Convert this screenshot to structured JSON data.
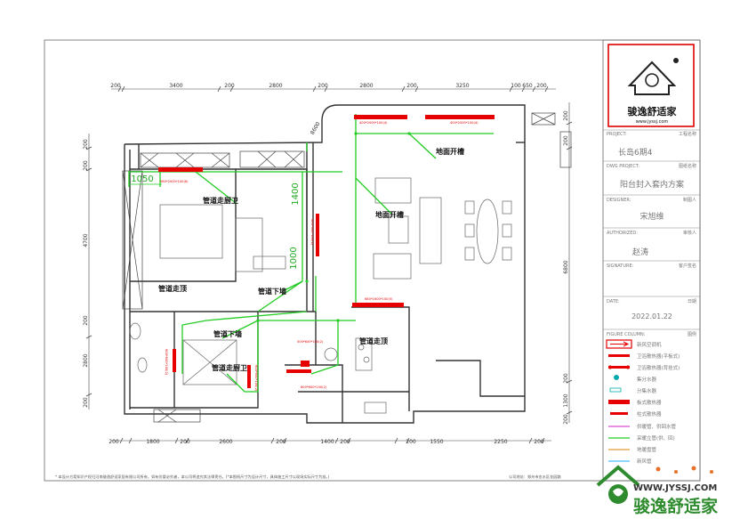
{
  "title_block": {
    "company_logo_text": "骏逸舒适家",
    "logo_url_text": "www.jyssj.com",
    "project_label": "PROJECT:",
    "project_label_cn": "工程名称",
    "project_value": "长岛6期4",
    "dwg_project_label": "DWG PROJECT:",
    "dwg_project_label_cn": "图纸名称",
    "dwg_project_value": "阳台封入套内方案",
    "designer_label": "DESIGNER:",
    "designer_label_cn": "制图人",
    "designer_value": "宋旭维",
    "authorized_label": "AUTHORIZED:",
    "authorized_label_cn": "审核人",
    "authorized_value": "赵涛",
    "signature_label": "SIGNATURE:",
    "signature_label_cn": "客户签名",
    "date_label": "DATE:",
    "date_label_cn": "日期",
    "date_value": "2022.01.22",
    "figure_column_label": "FIGURE COLUMN:",
    "figure_column_label_cn": "图例",
    "legend": [
      {
        "label": "新风空调机"
      },
      {
        "label": "卫浴散热器(平板式)"
      },
      {
        "label": "卫浴散热器(背挂式)"
      },
      {
        "label": "集分水器"
      },
      {
        "label": "分集水器"
      },
      {
        "label": "板式散热器"
      },
      {
        "label": "柱式散热器"
      },
      {
        "label": "供暖管、供回水管"
      },
      {
        "label": "采暖立管(供、回)"
      },
      {
        "label": "地暖盘管"
      },
      {
        "label": "新风管"
      }
    ]
  },
  "dimensions": {
    "top": [
      "200",
      "3400",
      "200",
      "2800",
      "200",
      "2800",
      "200",
      "3250",
      "100",
      "650",
      "200"
    ],
    "bottom": [
      "200",
      "1800",
      "200",
      "2600",
      "200",
      "1400",
      "200",
      "1550",
      "200",
      "2250",
      "200"
    ],
    "left": [
      "200",
      "200",
      "4700",
      "200",
      "2800",
      "200"
    ],
    "right": [
      "200",
      "200",
      "6800",
      "200",
      "1300",
      "200"
    ],
    "inner": [
      "1050",
      "1400",
      "1000",
      "8600"
    ]
  },
  "annotations": {
    "ground_slot_1": "地面开槽",
    "ground_slot_2": "地面开槽",
    "pipe_kitchen_bath_1": "管道走厨卫",
    "pipe_kitchen_bath_2": "管道走厨卫",
    "pipe_ceiling_1": "管道走顶",
    "pipe_ceiling_2": "管道走顶",
    "pipe_down_wall_1": "管道下墙",
    "pipe_down_wall_2": "管道下墙"
  },
  "radiator_specs": {
    "r_balcony_left": "400*2000*100(4)",
    "r_balcony_right": "400*2000*100(4)",
    "r_bedroom": "580*2000*100(6)",
    "r_middle_vertical": "600*600*100(2)",
    "r_living": "680*1600*100(5)",
    "r_bath_left": "600*600*100(2)",
    "r_bath_right": "600*600*100(2)",
    "r_corridor": "500*600*100(2)",
    "r_kitchen_bottom": "600*600*100(2)"
  },
  "footer": {
    "note": "* 本设计方案知识产权归河南骏逸舒适家居有限公司所有，如有仿冒必究者，本公司将追究其法律责任。(*本图纸尺寸为设计尺寸，具体施工尺寸以现场实际尺寸为准。)",
    "address": "公司地址：郑州市金水区花园路",
    "watermark_brand": "骏逸舒适家",
    "watermark_url": "WWW.JYSSJ.COM"
  },
  "colors": {
    "pipe_green": "#22cc22",
    "radiator_red": "#e60000",
    "wall_line": "#333333",
    "dim_line": "#444444",
    "frame": "#555555"
  }
}
